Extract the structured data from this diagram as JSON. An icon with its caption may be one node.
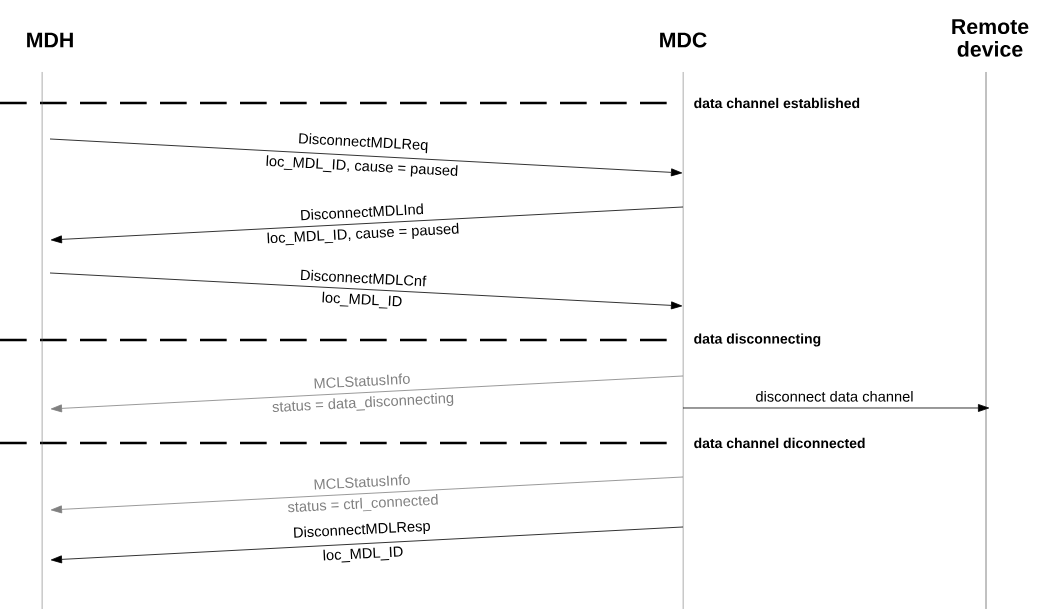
{
  "diagram": {
    "nodes": [
      {
        "text": [
          "MDH"
        ]
      },
      {
        "text": [
          "MDC"
        ]
      },
      {
        "text": [
          "Remote device"
        ]
      }
    ],
    "edges": [
      {
        "from": 0,
        "to": 1,
        "arrow": "to",
        "label": "DisconnectMDLReq"
      },
      {
        "from": 1,
        "to": 0,
        "arrow": "to",
        "label": "DisconnectMDLInd"
      },
      {
        "from": 0,
        "to": 1,
        "arrow": "to",
        "label": "DisconnectMDLCnf"
      },
      {
        "from": 1,
        "to": 0,
        "arrow": "to",
        "label": "MCLStatusInfo",
        "color": "#808080"
      },
      {
        "from": 1,
        "to": 2,
        "arrow": "to",
        "label": "disconnect data channel"
      },
      {
        "from": 1,
        "to": 0,
        "arrow": "to",
        "label": "MCLStatusInfo",
        "color": "#808080"
      },
      {
        "from": 1,
        "to": 0,
        "arrow": "to",
        "label": "DisconnectMDLResp"
      }
    ],
    "labels": [
      "data channel established",
      "loc_MDL_ID, cause = paused",
      "loc_MDL_ID, cause = paused",
      "loc_MDL_ID",
      "data disconnecting",
      "status = data_disconnecting",
      "data channel diconnected",
      "status = ctrl_connected",
      "loc_MDL_ID"
    ]
  }
}
